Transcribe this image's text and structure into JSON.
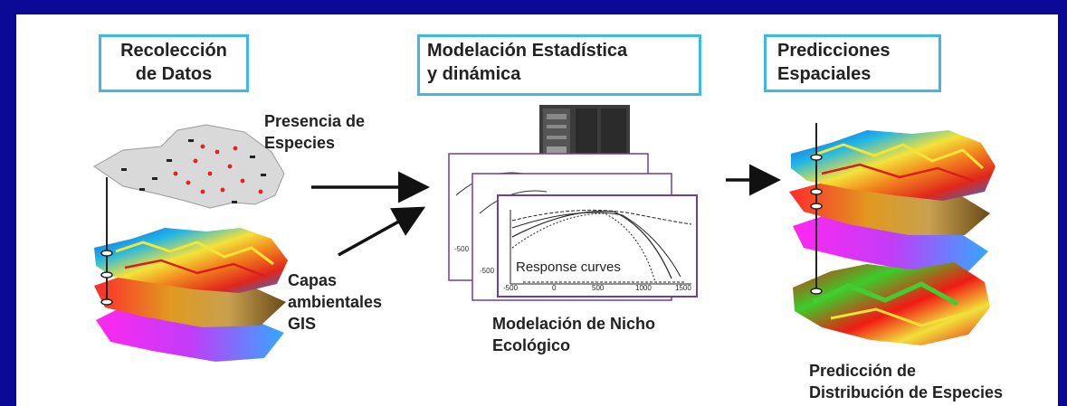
{
  "stages": {
    "collection": "Recolección\nde Datos",
    "modeling": "Modelación Estadística\ny dinámica",
    "predictions": "Predicciones\nEspaciales"
  },
  "labels": {
    "species_presence": "Presencia de\nEspecies",
    "env_layers": "Capas\nambientales\nGIS",
    "niche_model": "Modelación de Nicho\nEcológico",
    "distribution_prediction": "Predicción de\nDistribución de Especies"
  },
  "response_plot": {
    "caption": "Response curves",
    "x_ticks": [
      "-500",
      "0",
      "500",
      "1000",
      "1500"
    ],
    "back_ticks": [
      "-500",
      "-500"
    ]
  },
  "colors": {
    "frame": "#0a0a96",
    "box_border": "#3fb8e6",
    "panel_border": "#6a3fa6"
  }
}
